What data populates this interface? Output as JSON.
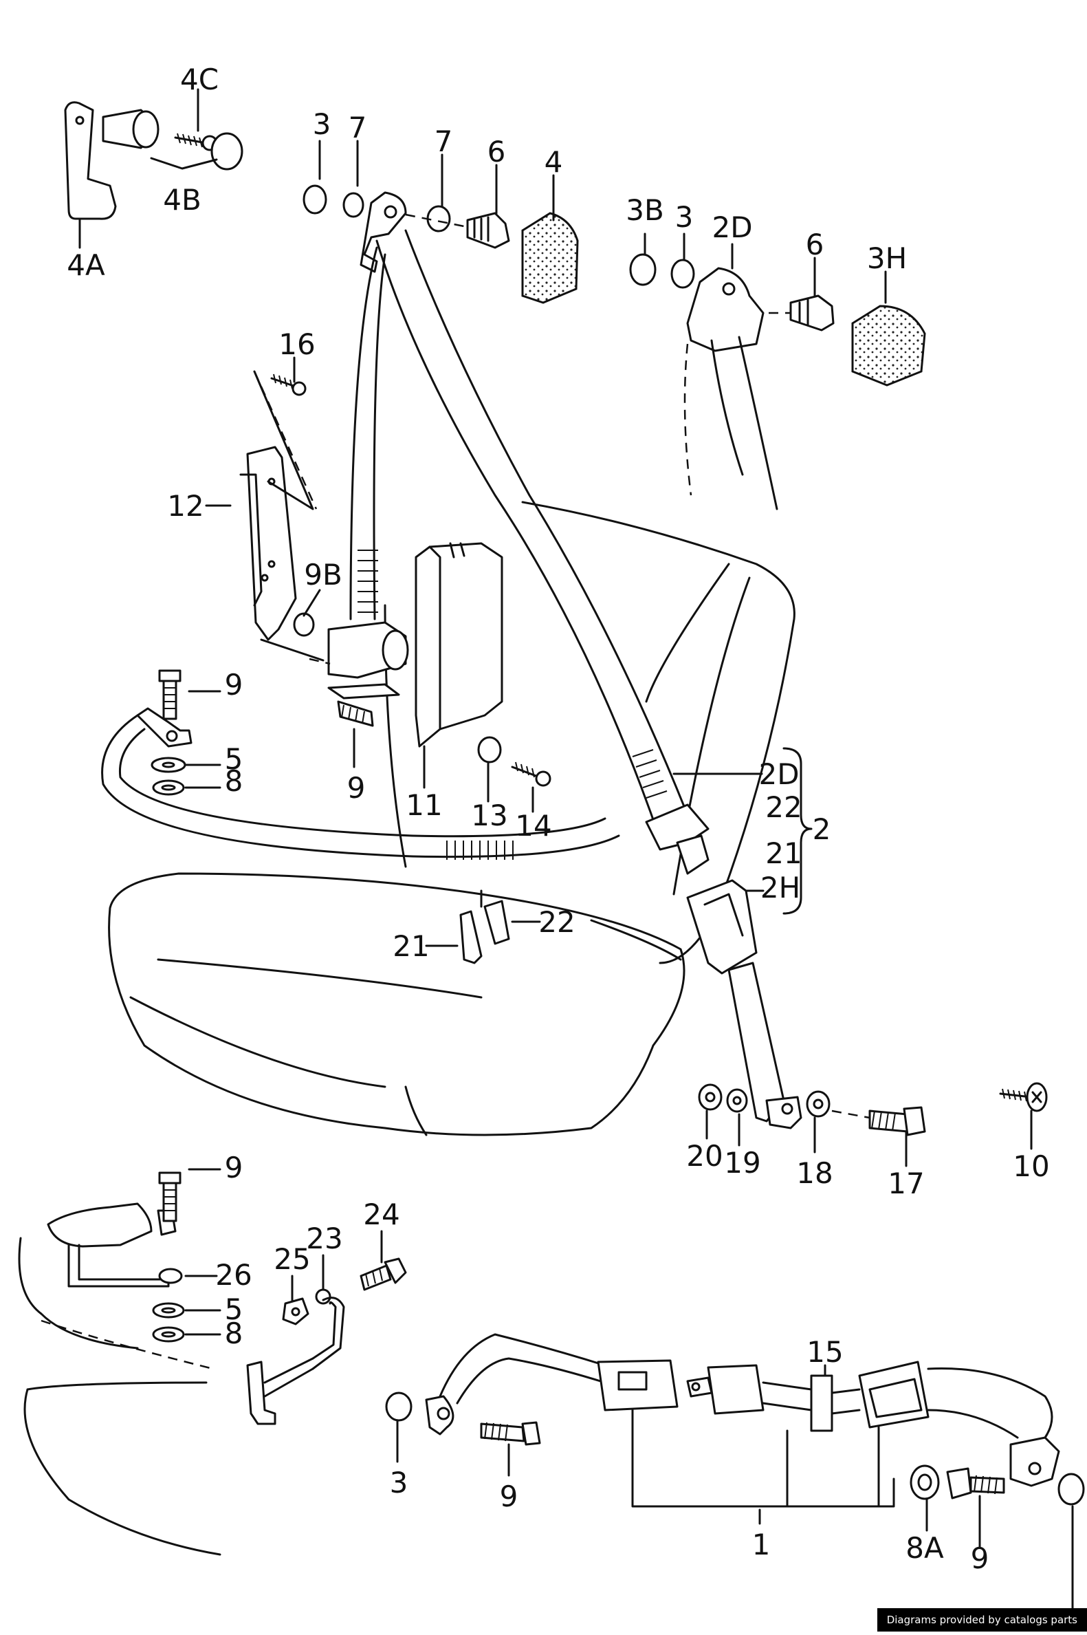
{
  "labels": [
    "4C",
    "4B",
    "4A",
    "3",
    "7",
    "7",
    "6",
    "4",
    "3B",
    "3",
    "2D",
    "6",
    "3H",
    "16",
    "12",
    "9B",
    "9",
    "5",
    "8",
    "9",
    "11",
    "13",
    "14",
    "2D",
    "22",
    "2",
    "21",
    "2H",
    "22",
    "21",
    "20",
    "19",
    "18",
    "17",
    "10",
    "9",
    "26",
    "5",
    "8",
    "24",
    "23",
    "25",
    "15",
    "3",
    "9",
    "1",
    "8A",
    "9"
  ],
  "credit": "Diagrams provided by catalogs parts"
}
